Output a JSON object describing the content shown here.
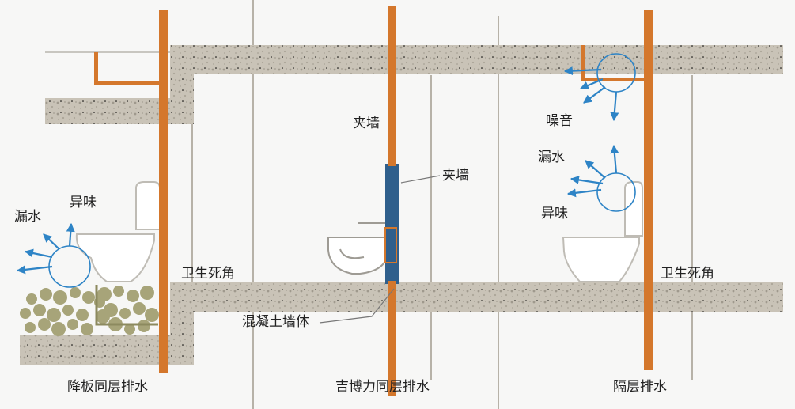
{
  "colors": {
    "pipe": "#d4772c",
    "concrete": "#c8c2b6",
    "wall_panel": "#2f5f8c",
    "arrow": "#2e84c6",
    "gravel": "#a7a479",
    "divider": "#b7b2a8"
  },
  "captions": {
    "left": "降板同层排水",
    "middle": "吉博力同层排水",
    "right": "隔层排水"
  },
  "labels": {
    "left_leak": "漏水",
    "left_odor": "异味",
    "left_dead_corner": "卫生死角",
    "middle_wall_top": "夹墙",
    "middle_wall_side": "夹墙",
    "middle_concrete": "混凝土墙体",
    "right_noise": "噪音",
    "right_leak": "漏水",
    "right_odor": "异味",
    "right_dead_corner": "卫生死角"
  }
}
